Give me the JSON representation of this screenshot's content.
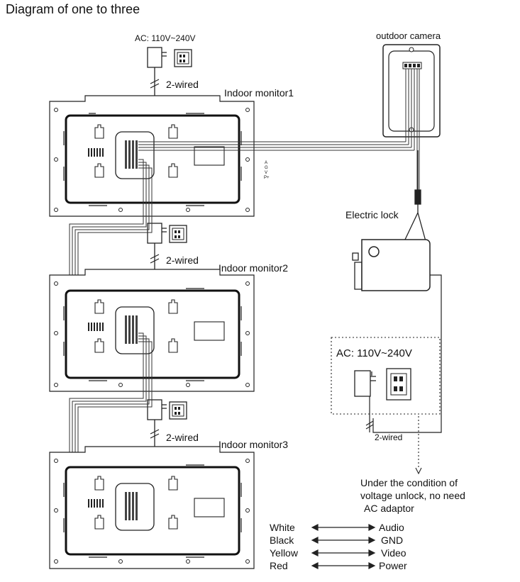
{
  "title": "Diagram of one to three",
  "labels": {
    "ac_top": "AC: 110V~240V",
    "ac_box": "AC: 110V~240V",
    "two_wired": "2-wired",
    "outdoor_camera": "outdoor camera",
    "electric_lock": "Electric lock",
    "monitor_1": "Indoor monitor1",
    "monitor_2": "Indoor monitor2",
    "monitor_3": "Indoor monitor3",
    "terminals": [
      "A",
      "G",
      "V",
      "P+"
    ],
    "note": [
      "Under the condition of",
      "voltage unlock, no need",
      "AC adaptor"
    ]
  },
  "legend": [
    {
      "wire": "White",
      "signal": "Audio"
    },
    {
      "wire": "Black",
      "signal": "GND"
    },
    {
      "wire": "Yellow",
      "signal": "Video"
    },
    {
      "wire": "Red",
      "signal": "Power"
    }
  ],
  "colors": {
    "line": "#222222",
    "background": "#ffffff"
  },
  "icons": [
    "power-adapter-icon",
    "wall-socket-icon",
    "arrow-double-icon"
  ]
}
